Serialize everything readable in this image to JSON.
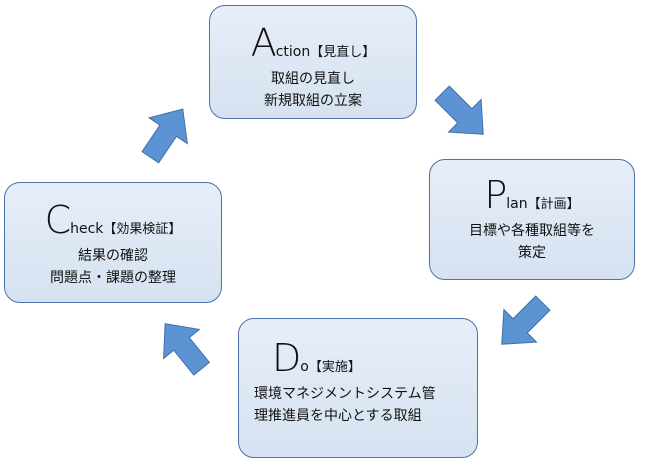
{
  "cycle": {
    "action": {
      "letter": "A",
      "word": "ction",
      "tag": "【見直し】",
      "lines": [
        "取組の見直し",
        "新規取組の立案"
      ]
    },
    "plan": {
      "letter": "P",
      "word": "lan",
      "tag": "【計画】",
      "lines": [
        "目標や各種取組等を",
        "策定"
      ]
    },
    "do": {
      "letter": "D",
      "word": "o",
      "tag": "【実施】",
      "lines": [
        "環境マネジメントシステム管",
        "理推進員を中心とする取組"
      ]
    },
    "check": {
      "letter": "C",
      "word": "heck",
      "tag": "【効果検証】",
      "lines": [
        "結果の確認",
        "問題点・課題の整理"
      ]
    }
  },
  "colors": {
    "box_fill": "#dce6f2",
    "box_border": "#4f73a6",
    "arrow_fill": "#5b93d3",
    "arrow_stroke": "#3f6fa8"
  }
}
